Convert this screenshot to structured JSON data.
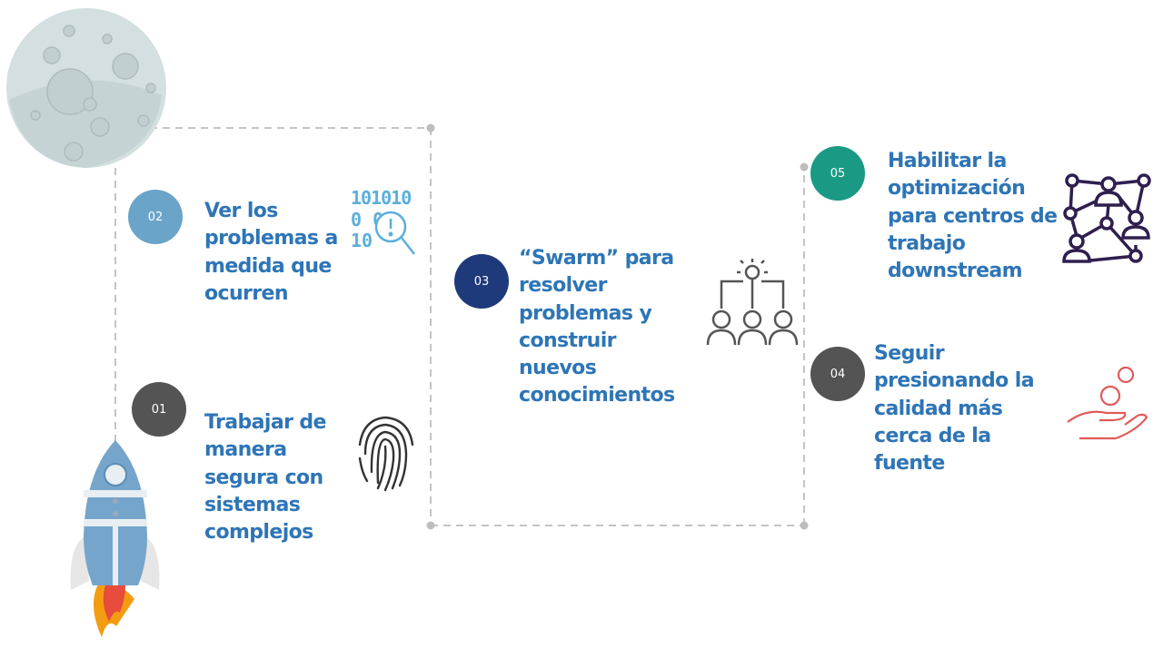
{
  "steps": [
    {
      "number": "01",
      "text": "Trabajar de\nmanera\nsegura con\nsistemas\ncomplejos",
      "color": "#545454",
      "icon": "fingerprint-icon"
    },
    {
      "number": "02",
      "text": "Ver los\nproblemas a\nmedida que\nocurren",
      "color": "#6aa4c8",
      "icon": "binary-search-icon"
    },
    {
      "number": "03",
      "text": "“Swarm” para\nresolver\nproblemas y\nconstruir\nnuevos\nconocimientos",
      "color": "#1f3a7a",
      "icon": "team-idea-icon"
    },
    {
      "number": "04",
      "text": "Seguir\npresionando la\ncalidad más\ncerca de la\nfuente",
      "color": "#545454",
      "icon": "hand-coins-icon"
    },
    {
      "number": "05",
      "text": "Habilitar la\noptimización\npara centros de\ntrabajo\ndownstream",
      "color": "#1a9a85",
      "icon": "network-people-icon"
    }
  ],
  "colors": {
    "text": "#2e75b6",
    "path": "#bfbfbf"
  }
}
